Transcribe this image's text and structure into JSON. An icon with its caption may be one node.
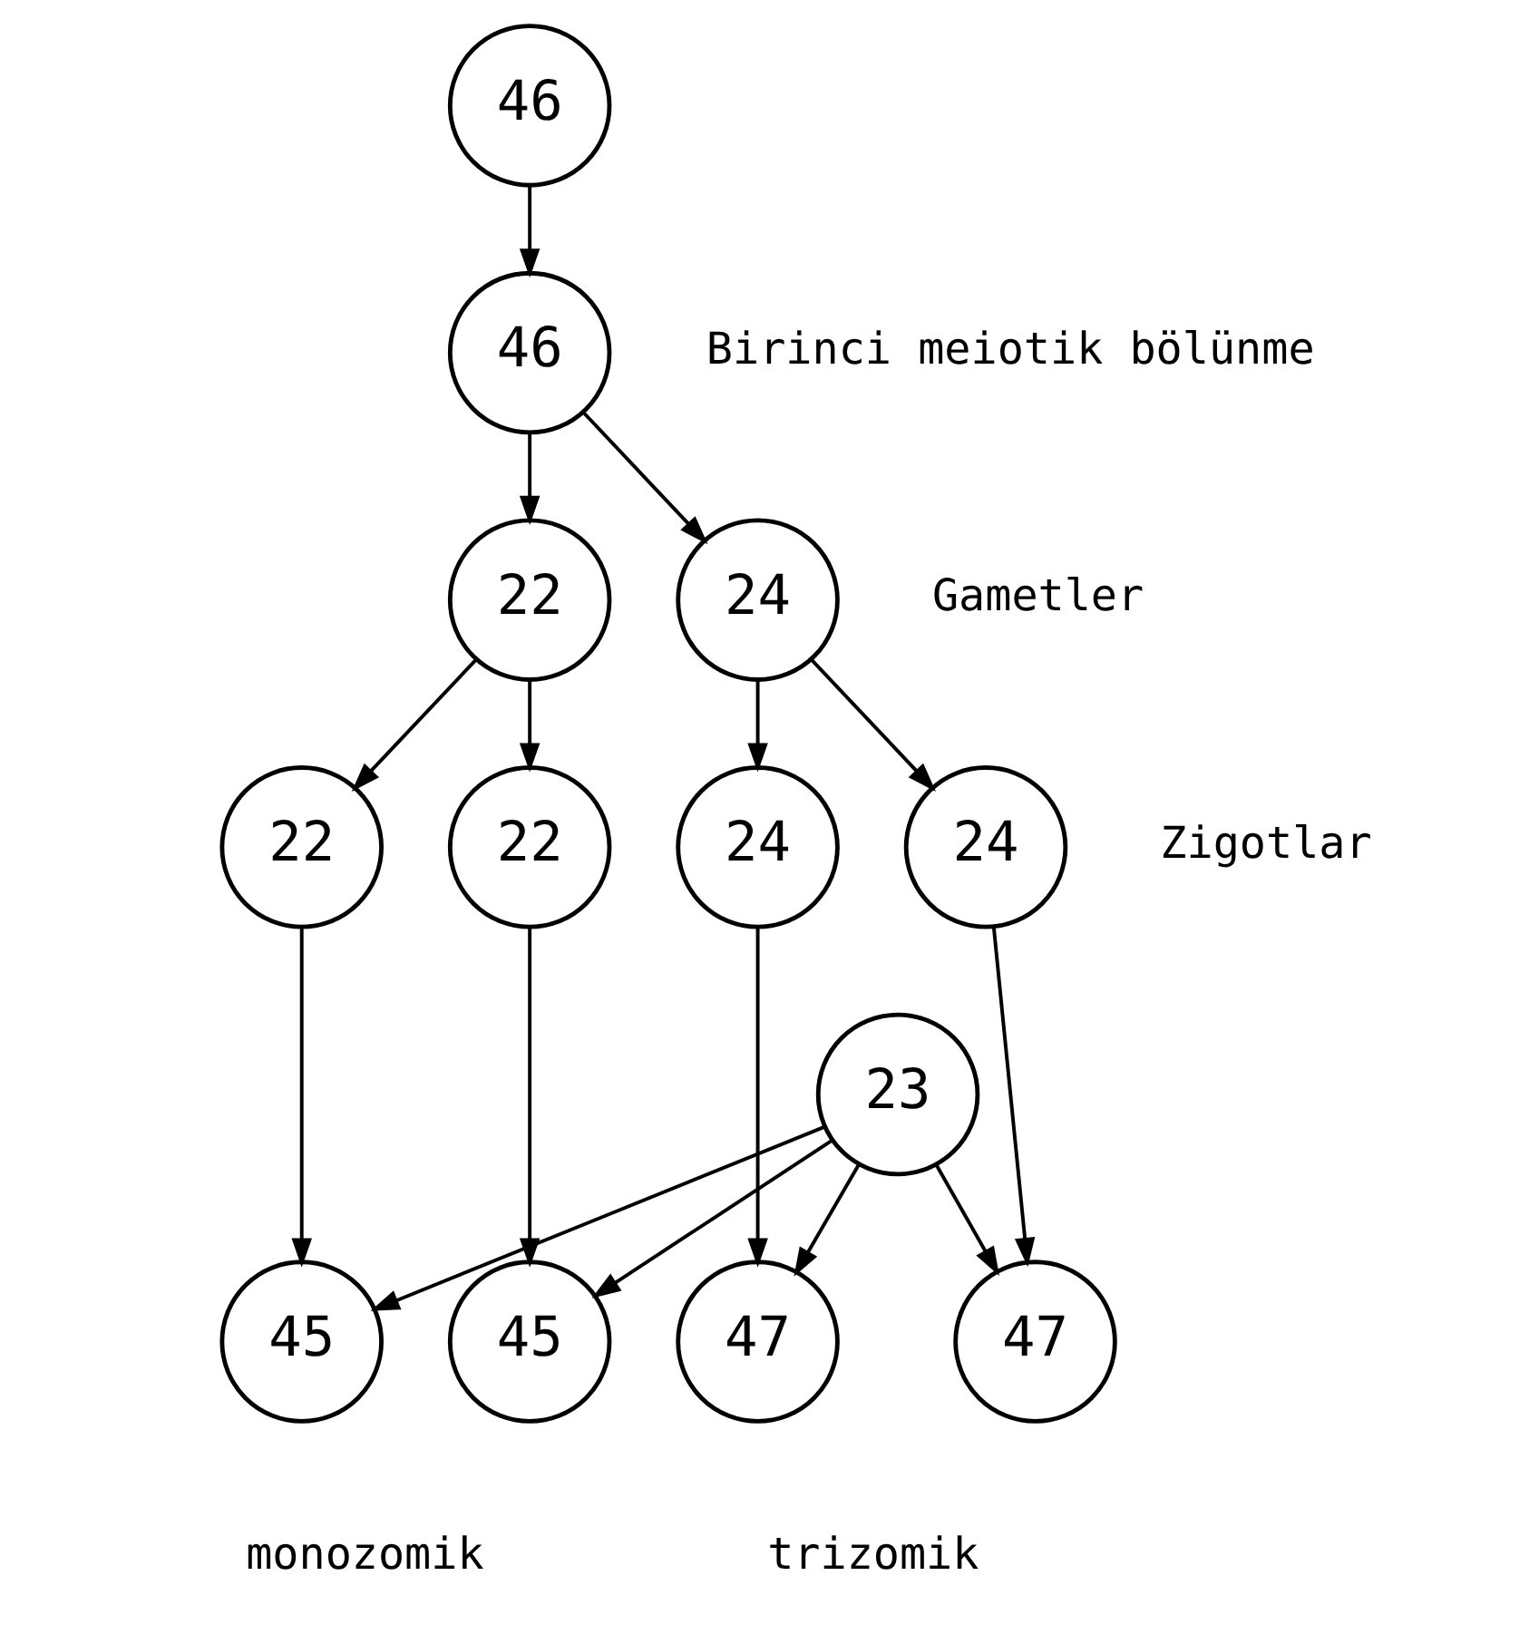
{
  "diagram": {
    "nodes": [
      {
        "text": [
          "46"
        ]
      },
      {
        "text": [
          "46"
        ]
      },
      {
        "text": [
          "24"
        ]
      },
      {
        "text": [
          "22"
        ]
      },
      {
        "text": [
          "24"
        ]
      },
      {
        "text": [
          "24"
        ]
      },
      {
        "text": [
          "22"
        ]
      },
      {
        "text": [
          "22"
        ]
      },
      {
        "text": [
          "23"
        ]
      },
      {
        "text": [
          "47"
        ]
      },
      {
        "text": [
          "47"
        ]
      },
      {
        "text": [
          "45"
        ]
      },
      {
        "text": [
          "45"
        ]
      }
    ],
    "edges": [
      {
        "from": 0,
        "to": 1,
        "arrow": "to"
      },
      {
        "from": 1,
        "to": 2,
        "arrow": "to"
      },
      {
        "from": 1,
        "to": 3,
        "arrow": "to"
      },
      {
        "from": 2,
        "to": 4,
        "arrow": "to"
      },
      {
        "from": 2,
        "to": 5,
        "arrow": "to"
      },
      {
        "from": 3,
        "to": 6,
        "arrow": "to"
      },
      {
        "from": 3,
        "to": 7,
        "arrow": "to"
      },
      {
        "from": 4,
        "to": 9,
        "arrow": "to"
      },
      {
        "from": 5,
        "to": 10,
        "arrow": "to"
      },
      {
        "from": 6,
        "to": 11,
        "arrow": "to"
      },
      {
        "from": 7,
        "to": 12,
        "arrow": "to"
      },
      {
        "from": 8,
        "to": 9,
        "arrow": "to"
      },
      {
        "from": 8,
        "to": 10,
        "arrow": "to"
      },
      {
        "from": 8,
        "to": 11,
        "arrow": "to"
      },
      {
        "from": 8,
        "to": 12,
        "arrow": "to"
      }
    ],
    "labels": [
      "Birinci meiotik bölünme",
      "Gametler",
      "Zigotlar",
      "trizomik",
      "monozomik"
    ]
  }
}
